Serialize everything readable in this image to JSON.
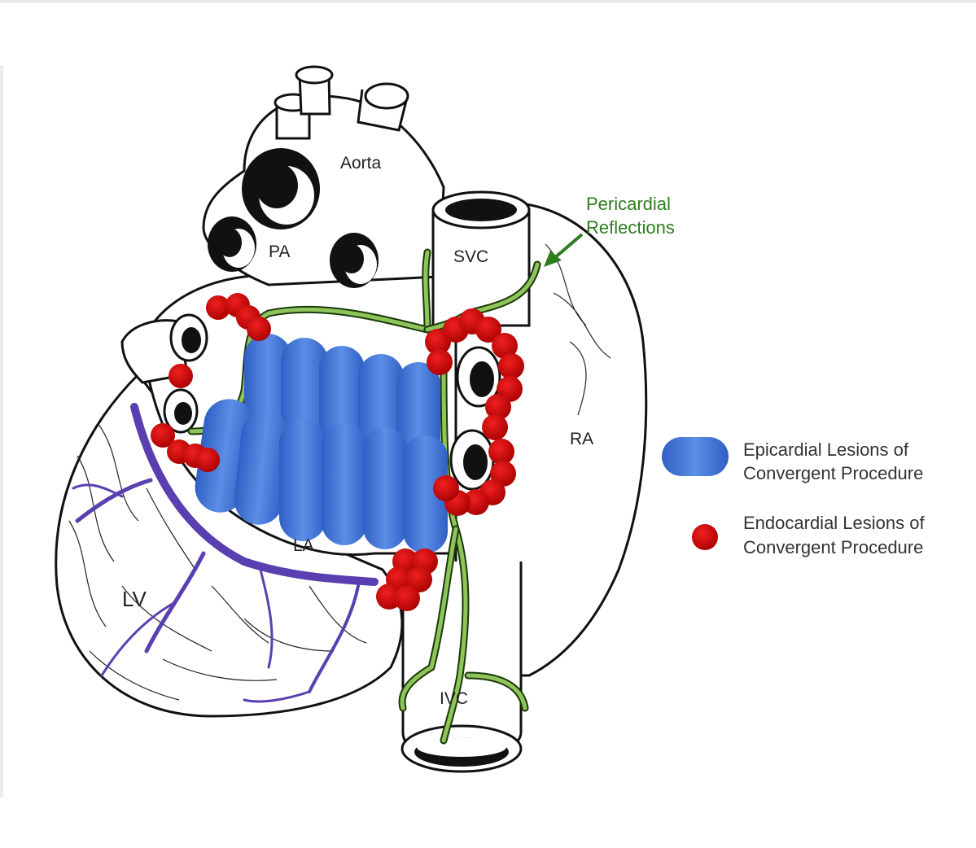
{
  "labels": {
    "aorta": "Aorta",
    "pa": "PA",
    "svc": "SVC",
    "ra": "RA",
    "la": "LA",
    "lv": "LV",
    "ivc": "IVC",
    "pericardial_line1": "Pericardial",
    "pericardial_line2": "Reflections"
  },
  "legend": [
    {
      "line1": "Epicardial Lesions of",
      "line2": "Convergent Procedure",
      "color": "#3f6fd1"
    },
    {
      "line1": "Endocardial Lesions of",
      "line2": "Convergent Procedure",
      "color": "#d10000"
    }
  ],
  "colors": {
    "epicardial": "#3f6fd1",
    "endocardial": "#d10000",
    "pericardial": "#2e7d1e",
    "vessel": "#5a3fb0"
  }
}
